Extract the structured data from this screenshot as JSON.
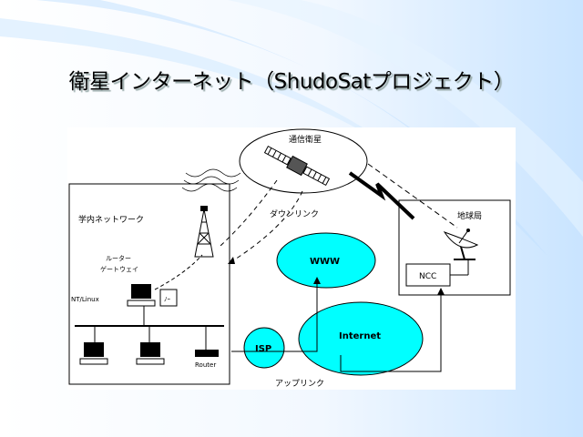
{
  "slide": {
    "title": "衛星インターネット（ShudoSatプロジェクト）"
  },
  "diagram": {
    "satellite_label": "通信衛星",
    "campus_network_label": "学内ネットワーク",
    "downlink_label": "ダウンリンク",
    "uplink_label": "アップリンク",
    "gateway_label_line1": "ルーター",
    "gateway_label_line2": "ゲートウェイ",
    "linux_label": "NT/Linux",
    "router_label": "Router",
    "ground_station_label": "地球局",
    "ncc_label": "NCC",
    "www_label": "WWW",
    "internet_label": "Internet",
    "isp_label": "ISP",
    "colors": {
      "cloud_fill": "#00ffff",
      "line": "#000000"
    }
  }
}
